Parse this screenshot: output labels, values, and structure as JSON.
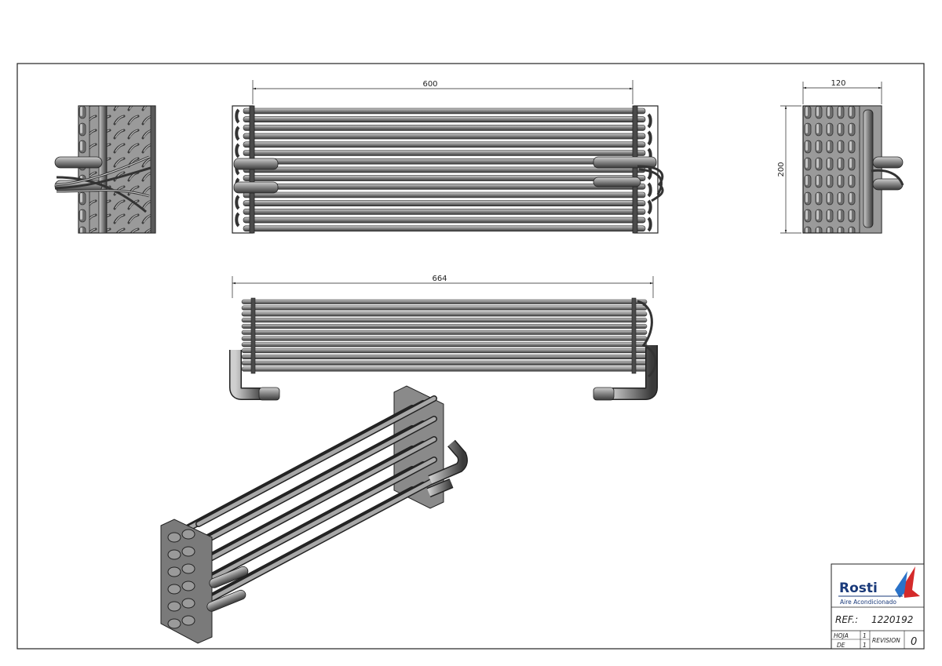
{
  "dimensions": {
    "top_width": "600",
    "side_width": "120",
    "side_height": "200",
    "front_width": "664"
  },
  "title_block": {
    "logo_text": "Rosti",
    "logo_subtitle": "Aire Acondicionado",
    "ref_label": "REF.:",
    "ref_value": "1220192",
    "hoja_label": "HOJA",
    "hoja_value": "1",
    "de_label": "DE",
    "de_value": "1",
    "revision_label": "REVISION",
    "revision_value": "0",
    "logo_colors": {
      "text": "#1a3a7a",
      "accent_blue": "#2a72c8",
      "accent_red": "#d42a2a"
    }
  }
}
